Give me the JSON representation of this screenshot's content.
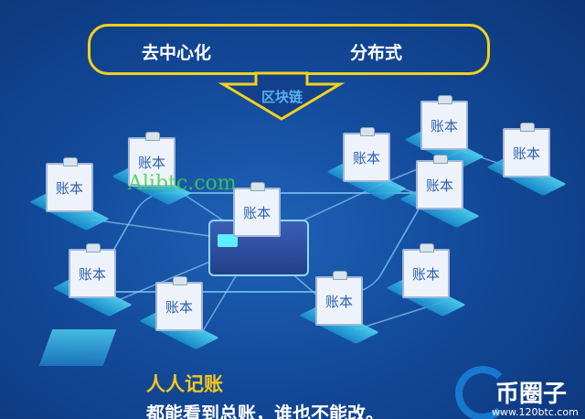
{
  "banner": {
    "left": "去中心化",
    "right": "分布式",
    "arrow_label": "区块链"
  },
  "node_label": "账本",
  "nodes": [
    {
      "label": "账本"
    },
    {
      "label": "账本"
    },
    {
      "label": "账本"
    },
    {
      "label": "账本"
    },
    {
      "label": "账本"
    },
    {
      "label": "账本"
    },
    {
      "label": "账本"
    },
    {
      "label": "账本"
    },
    {
      "label": "账本"
    },
    {
      "label": "账本"
    },
    {
      "label": "账本"
    }
  ],
  "watermark": "Alibtc.com",
  "caption": {
    "title": "人人记账",
    "subtitle": "都能看到总账，谁也不能改。"
  },
  "logo": {
    "name": "币圈子",
    "url": "www.120btc.com"
  },
  "colors": {
    "background": "#134a9a",
    "accent": "#f2d21c",
    "platform": "#4fd8f2"
  }
}
